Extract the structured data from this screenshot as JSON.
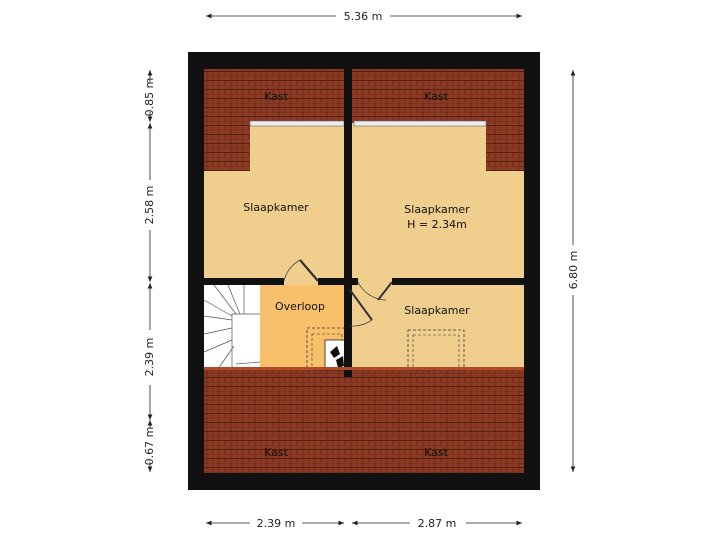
{
  "dimensions": {
    "top_width": "5.36 m",
    "right_height": "6.80 m",
    "left_segments": [
      "0.85 m",
      "2.58 m",
      "2.39 m",
      "0.67 m"
    ],
    "bottom_segments": [
      "2.39 m",
      "2.87 m"
    ]
  },
  "rooms": {
    "kast_top_left": "Kast",
    "kast_top_right": "Kast",
    "slaapkamer_left": "Slaapkamer",
    "slaapkamer_right": "Slaapkamer",
    "slaapkamer_right_height": "H = 2.34m",
    "overloop": "Overloop",
    "slaapkamer_bottom": "Slaapkamer",
    "kast_bottom_left": "Kast",
    "kast_bottom_right": "Kast"
  },
  "colors": {
    "wall": "#111111",
    "roof_tile": "#8a3a22",
    "room_floor": "#f0cf8e",
    "landing_floor": "#f8c06a",
    "stairs": "#ffffff"
  }
}
